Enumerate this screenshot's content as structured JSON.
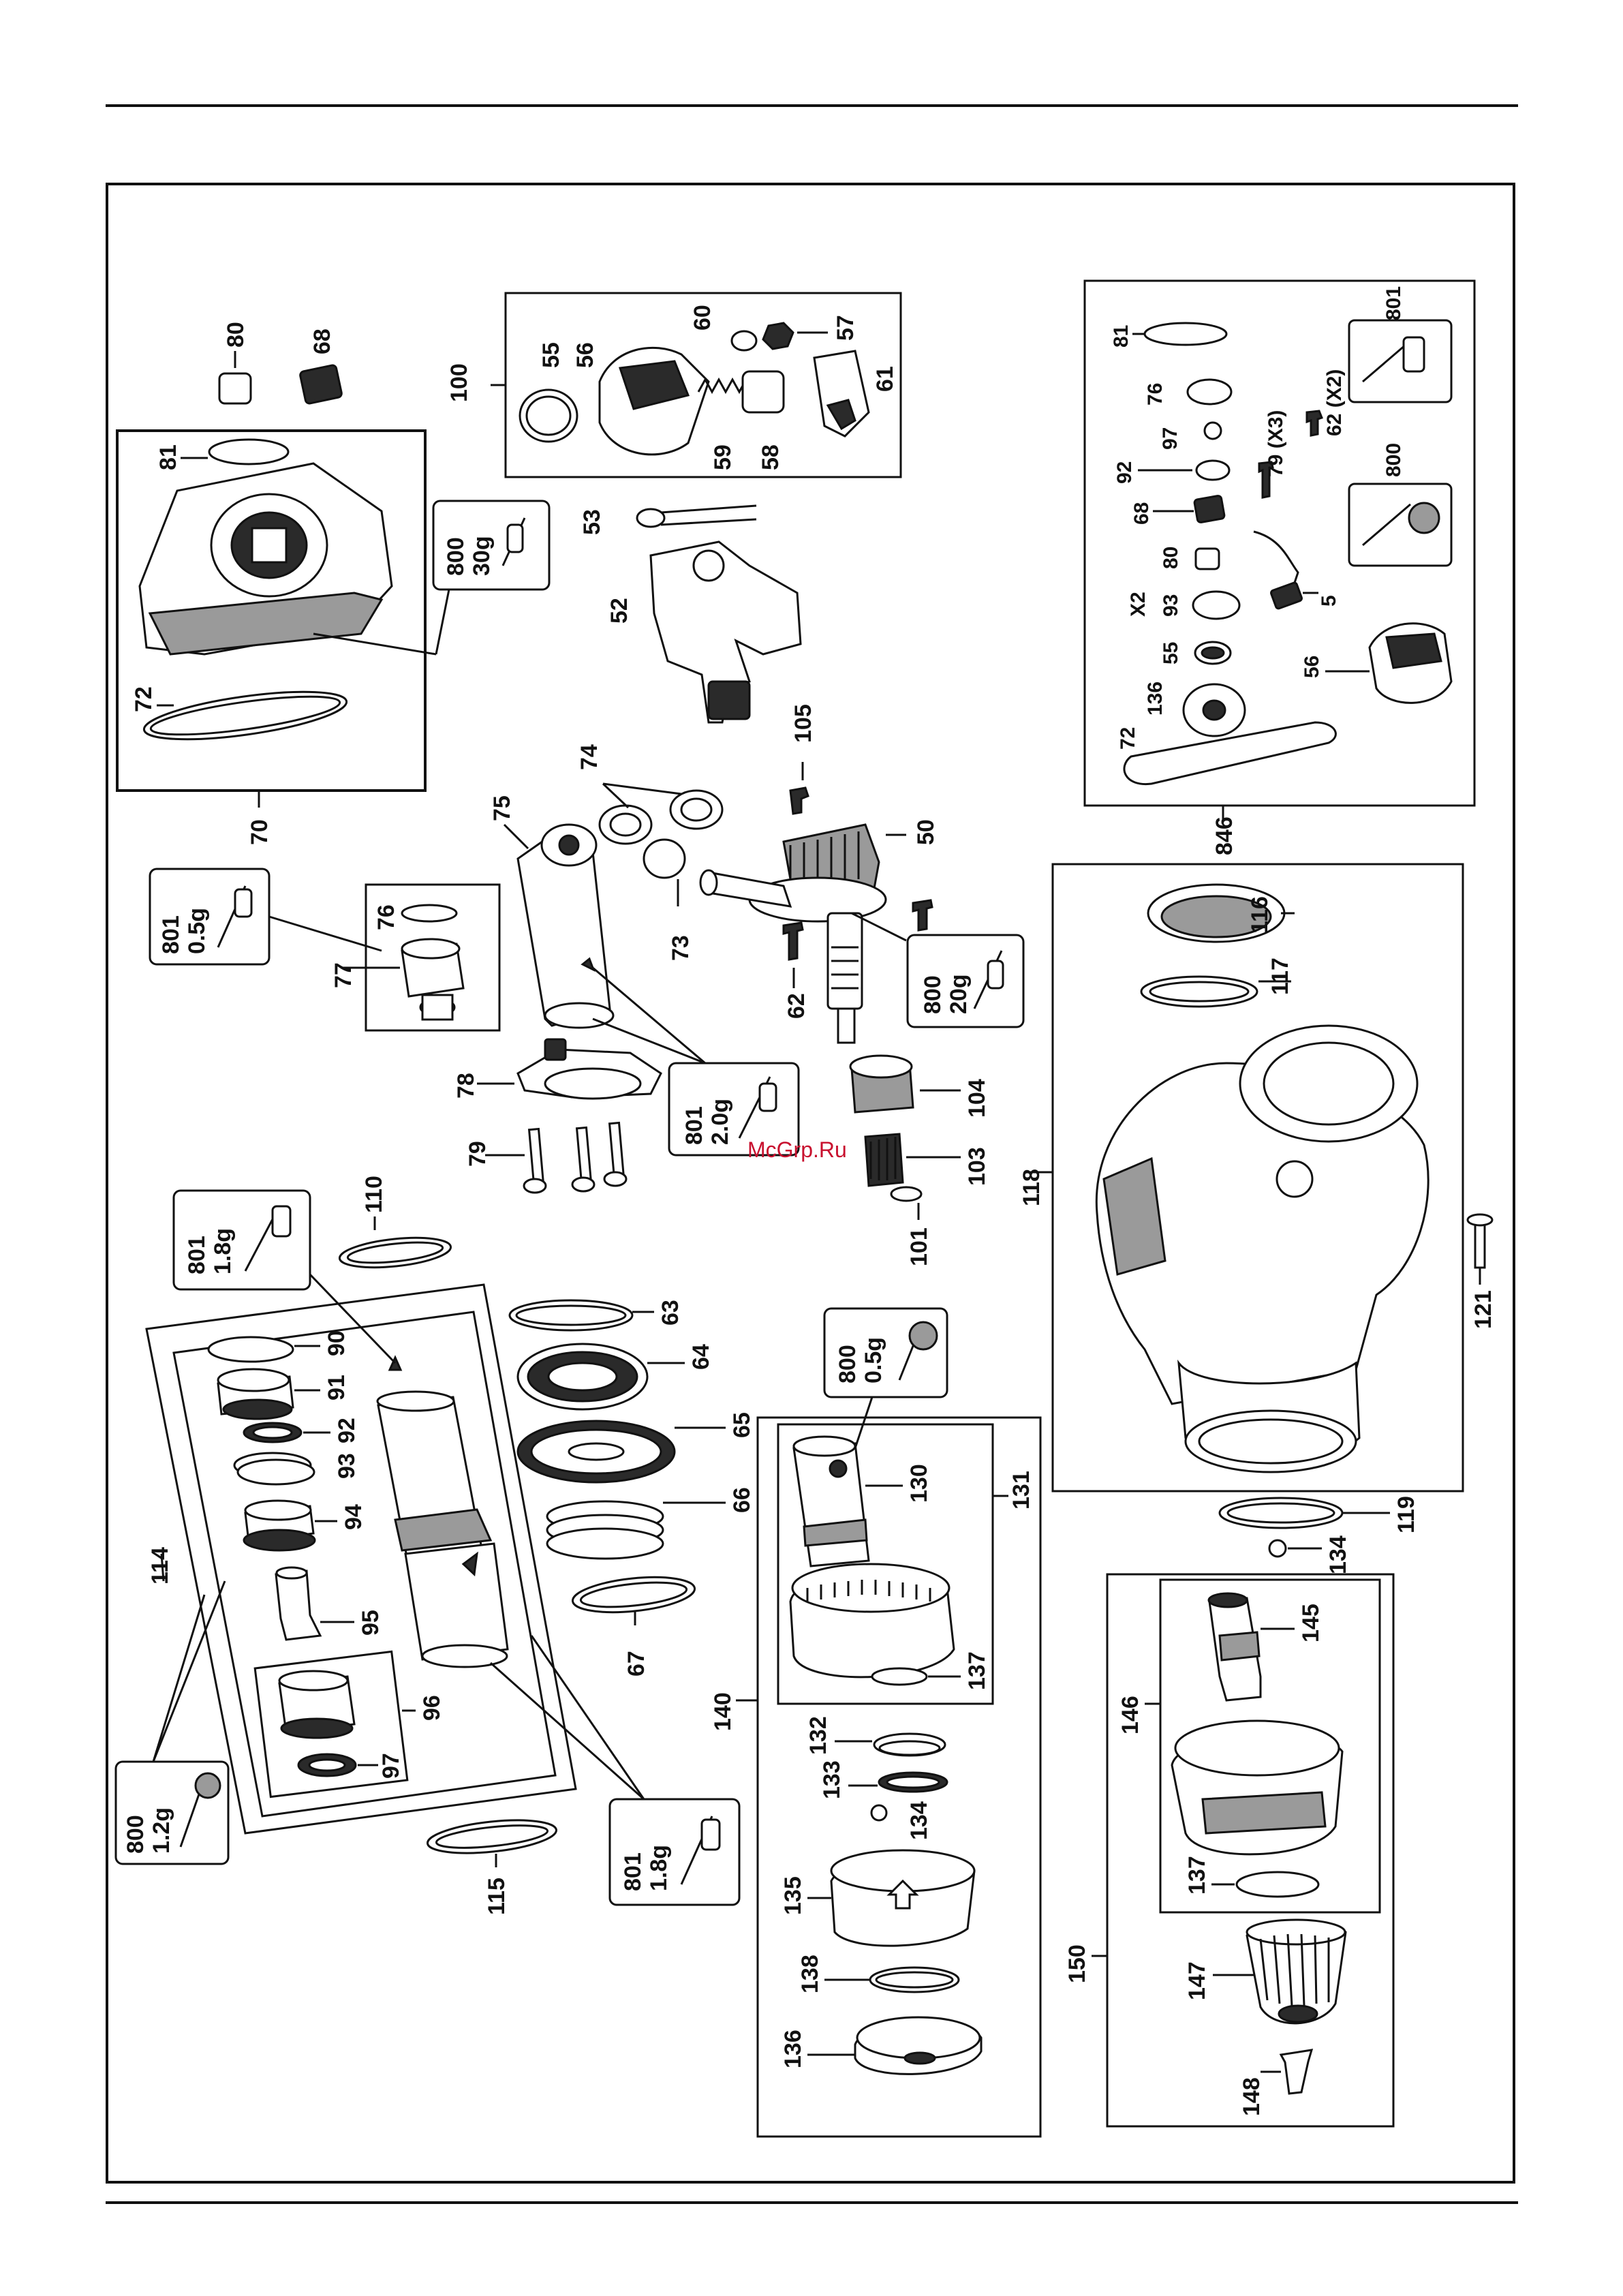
{
  "watermark": "McGrp.Ru",
  "parts": {
    "p80a": "80",
    "p68a": "68",
    "p100": "100",
    "p55a": "55",
    "p56a": "56",
    "p60": "60",
    "p57": "57",
    "p61": "61",
    "p59": "59",
    "p58": "58",
    "p81a": "81",
    "p72a": "72",
    "p70": "70",
    "p53": "53",
    "p52": "52",
    "p105": "105",
    "p74": "74",
    "p75": "75",
    "p73": "73",
    "p50": "50",
    "p62a": "62",
    "p76a": "76",
    "p77": "77",
    "p78": "78",
    "p79": "79",
    "p104": "104",
    "p103": "103",
    "p101": "101",
    "p118": "118",
    "p116": "116",
    "p117": "117",
    "p110": "110",
    "p90": "90",
    "p91": "91",
    "p92a": "92",
    "p93a": "93",
    "p94": "94",
    "p95": "95",
    "p96": "96",
    "p97a": "97",
    "p114": "114",
    "p115": "115",
    "p63": "63",
    "p64": "64",
    "p65": "65",
    "p66": "66",
    "p67": "67",
    "p130": "130",
    "p131": "131",
    "p137a": "137",
    "p140": "140",
    "p132": "132",
    "p133": "133",
    "p134a": "134",
    "p135": "135",
    "p138": "138",
    "p136a": "136",
    "p121": "121",
    "p119": "119",
    "p134b": "134",
    "p145": "145",
    "p146": "146",
    "p137b": "137",
    "p147": "147",
    "p148": "148",
    "p150": "150",
    "p846": "846",
    "p81b": "81",
    "p76b": "76",
    "p97b": "97",
    "p92b": "92",
    "p68b": "68",
    "p80b": "80",
    "p93b": "93",
    "p55b": "55",
    "p136b": "136",
    "p72b": "72",
    "p56b": "56",
    "p5": "5",
    "p62b": "62 (X2)",
    "p79b": "79 (X3)",
    "p801k": "801",
    "p800k": "800",
    "x2": "X2"
  },
  "callouts": {
    "c1": {
      "code": "800",
      "qty": "30g"
    },
    "c2": {
      "code": "801",
      "qty": "0.5g"
    },
    "c3": {
      "code": "800",
      "qty": "20g"
    },
    "c4": {
      "code": "801",
      "qty": "2.0g"
    },
    "c5": {
      "code": "801",
      "qty": "1.8g"
    },
    "c6": {
      "code": "800",
      "qty": "0.5g"
    },
    "c7": {
      "code": "800",
      "qty": "1.2g"
    },
    "c8": {
      "code": "801",
      "qty": "1.8g"
    }
  }
}
